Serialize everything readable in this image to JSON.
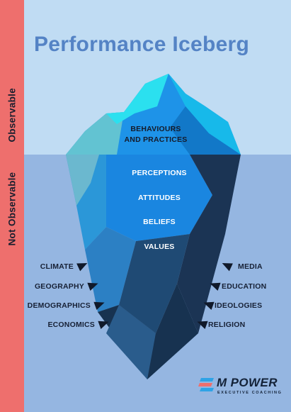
{
  "title": "Performance Iceberg",
  "side": {
    "observable": "Observable",
    "not_observable": "Not Observable"
  },
  "above_water": {
    "label_line1": "BEHAVIOURS",
    "label_line2": "AND PRACTICES"
  },
  "below_water": [
    "PERCEPTIONS",
    "ATTITUDES",
    "BELIEFS",
    "VALUES"
  ],
  "left_factors": [
    "CLIMATE",
    "GEOGRAPHY",
    "DEMOGRAPHICS",
    "ECONOMICS"
  ],
  "right_factors": [
    "MEDIA",
    "EDUCATION",
    "IDEOLOGIES",
    "RELIGION"
  ],
  "logo": {
    "name": "M POWER",
    "tagline": "EXECUTIVE COACHING"
  },
  "colors": {
    "sky": "#c0dcf3",
    "water": "#95b6e1",
    "side_bar": "#ee6f6d",
    "title": "#5483c5",
    "ice_bright": "#28e6f0",
    "ice_mid": "#1e8fe8",
    "ice_dark": "#1b3657"
  }
}
